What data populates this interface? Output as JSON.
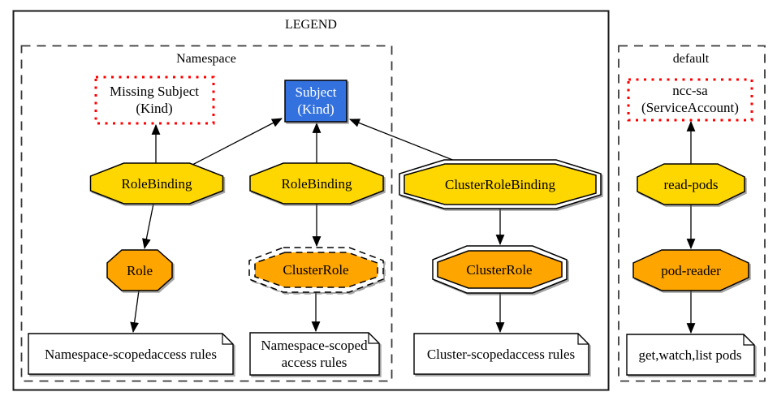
{
  "legend": {
    "title": "LEGEND"
  },
  "clusters": {
    "namespace": {
      "label": "Namespace"
    },
    "default_ns": {
      "label": "default"
    }
  },
  "nodes": {
    "missing_subject": {
      "label": "Missing Subject",
      "kind": "(Kind)"
    },
    "subject": {
      "label": "Subject",
      "kind": "(Kind)"
    },
    "rolebinding_left": {
      "label": "RoleBinding"
    },
    "rolebinding_mid": {
      "label": "RoleBinding"
    },
    "cluster_role_binding": {
      "label": "ClusterRoleBinding"
    },
    "role": {
      "label": "Role"
    },
    "clusterrole_dashed": {
      "label": "ClusterRole"
    },
    "clusterrole_double": {
      "label": "ClusterRole"
    },
    "ncc_sa": {
      "label": "ncc-sa",
      "kind": "(ServiceAccount)"
    },
    "read_pods": {
      "label": "read-pods"
    },
    "pod_reader": {
      "label": "pod-reader"
    },
    "note_ns_flat": {
      "label": "Namespace-scopedaccess rules"
    },
    "note_ns_wrapped": {
      "line1": "Namespace-scoped",
      "line2": "access rules"
    },
    "note_cluster": {
      "label": "Cluster-scopedaccess rules"
    },
    "note_pods": {
      "label": "get,watch,list pods"
    }
  },
  "edges": [
    {
      "from": "rolebinding_left",
      "to": "missing_subject"
    },
    {
      "from": "rolebinding_left",
      "to": "subject"
    },
    {
      "from": "rolebinding_mid",
      "to": "subject"
    },
    {
      "from": "cluster_role_binding",
      "to": "subject"
    },
    {
      "from": "rolebinding_left",
      "to": "role"
    },
    {
      "from": "rolebinding_mid",
      "to": "clusterrole_dashed"
    },
    {
      "from": "cluster_role_binding",
      "to": "clusterrole_double"
    },
    {
      "from": "role",
      "to": "note_ns_flat"
    },
    {
      "from": "clusterrole_dashed",
      "to": "note_ns_wrapped"
    },
    {
      "from": "clusterrole_double",
      "to": "note_cluster"
    },
    {
      "from": "read_pods",
      "to": "ncc_sa"
    },
    {
      "from": "read_pods",
      "to": "pod_reader"
    },
    {
      "from": "pod_reader",
      "to": "note_pods"
    }
  ],
  "colors": {
    "binding_gold": "#FFD700",
    "role_orange": "#FFA500",
    "subject_blue": "#3371DE",
    "subject_text": "#FFFFFF",
    "missing_red": "#FF0000",
    "edge_black": "#000000",
    "note_white": "#FFFFFF"
  }
}
